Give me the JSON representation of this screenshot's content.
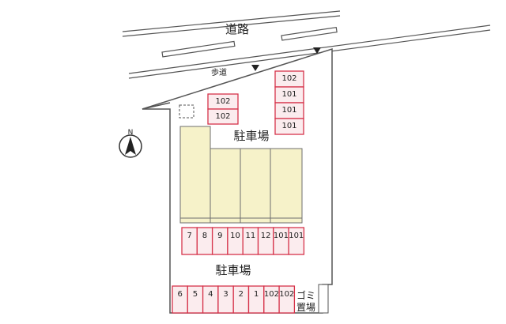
{
  "labels": {
    "road": "道路",
    "sidewalk": "歩道",
    "parking_upper": "駐車場",
    "parking_lower": "駐車場",
    "garbage": "ゴミ置場",
    "north": "N"
  },
  "parking": {
    "upper_left_stack": [
      "102",
      "102"
    ],
    "right_stack": [
      "102",
      "101",
      "101",
      "101"
    ],
    "middle_row": [
      "7",
      "8",
      "9",
      "10",
      "11",
      "12",
      "101",
      "101"
    ],
    "bottom_row": [
      "6",
      "5",
      "4",
      "3",
      "2",
      "1",
      "102",
      "102"
    ]
  },
  "colors": {
    "space_border": "#d6334a",
    "space_fill": "#fbecee",
    "building_fill": "#f6f2c9",
    "building_border": "#6f6f6f",
    "outline": "#555555"
  },
  "icons": [
    "entrance-arrow-icon",
    "north-arrow-icon",
    "bicycle-area-dashed-icon"
  ]
}
